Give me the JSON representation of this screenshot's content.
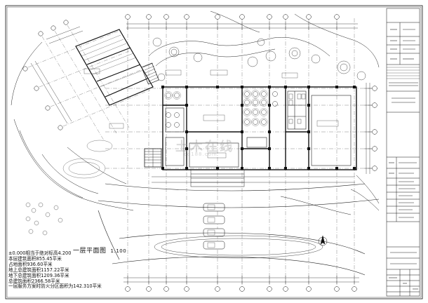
{
  "plan": {
    "title": "一层平面图",
    "scale": "1:100"
  },
  "notes": [
    "±0.000相当于绝对标高4.200",
    "本层建筑面积855.45平米",
    "占地面积936.60平米",
    "地上总建筑面积1157.22平米",
    "地下总建筑面积1209.36平米",
    "总建筑面积2366.58平米",
    "一层服务方案时防火分区面积为142.310平米"
  ],
  "watermark": {
    "text": "土木在线",
    "sub": "co188.com"
  },
  "colors": {
    "line": "#111111",
    "grid": "#333333",
    "background": "#ffffff"
  }
}
